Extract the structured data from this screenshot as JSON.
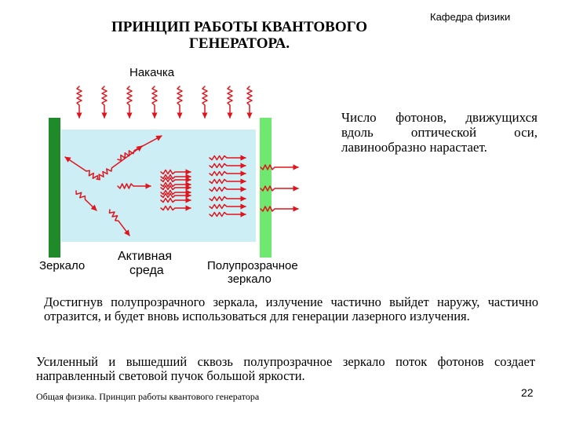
{
  "header": {
    "title": "ПРИНЦИП РАБОТЫ КВАНТОВОГО ГЕНЕРАТОРА.",
    "department": "Кафедра физики"
  },
  "diagram": {
    "pump_label": "Накачка",
    "mirror_label": "Зеркало",
    "active_medium_label_line1": "Активная",
    "active_medium_label_line2": "среда",
    "semi_mirror_label_line1": "Полупрозрачное",
    "semi_mirror_label_line2": "зеркало",
    "colors": {
      "medium": "#cdeef5",
      "mirror": "#1e8a2a",
      "semi_mirror": "#6ee86e",
      "photon": "#e0141c"
    },
    "icons": [
      "photon-arrow-icon"
    ]
  },
  "description": "Число фотонов, движущихся вдоль оптической оси, лавинообразно нарастает.",
  "paragraph1": "Достигнув полупрозрачного зеркала, излучение частично выйдет наружу, частично отразится, и будет вновь использоваться для генерации лазерного излучения.",
  "paragraph2": "Усиленный и вышедший сквозь полупрозрачное зеркало поток фотонов создает направленный световой пучок большой яркости.",
  "footer": {
    "text": "Общая физика. Принцип работы квантового генератора",
    "page_number": "22"
  }
}
